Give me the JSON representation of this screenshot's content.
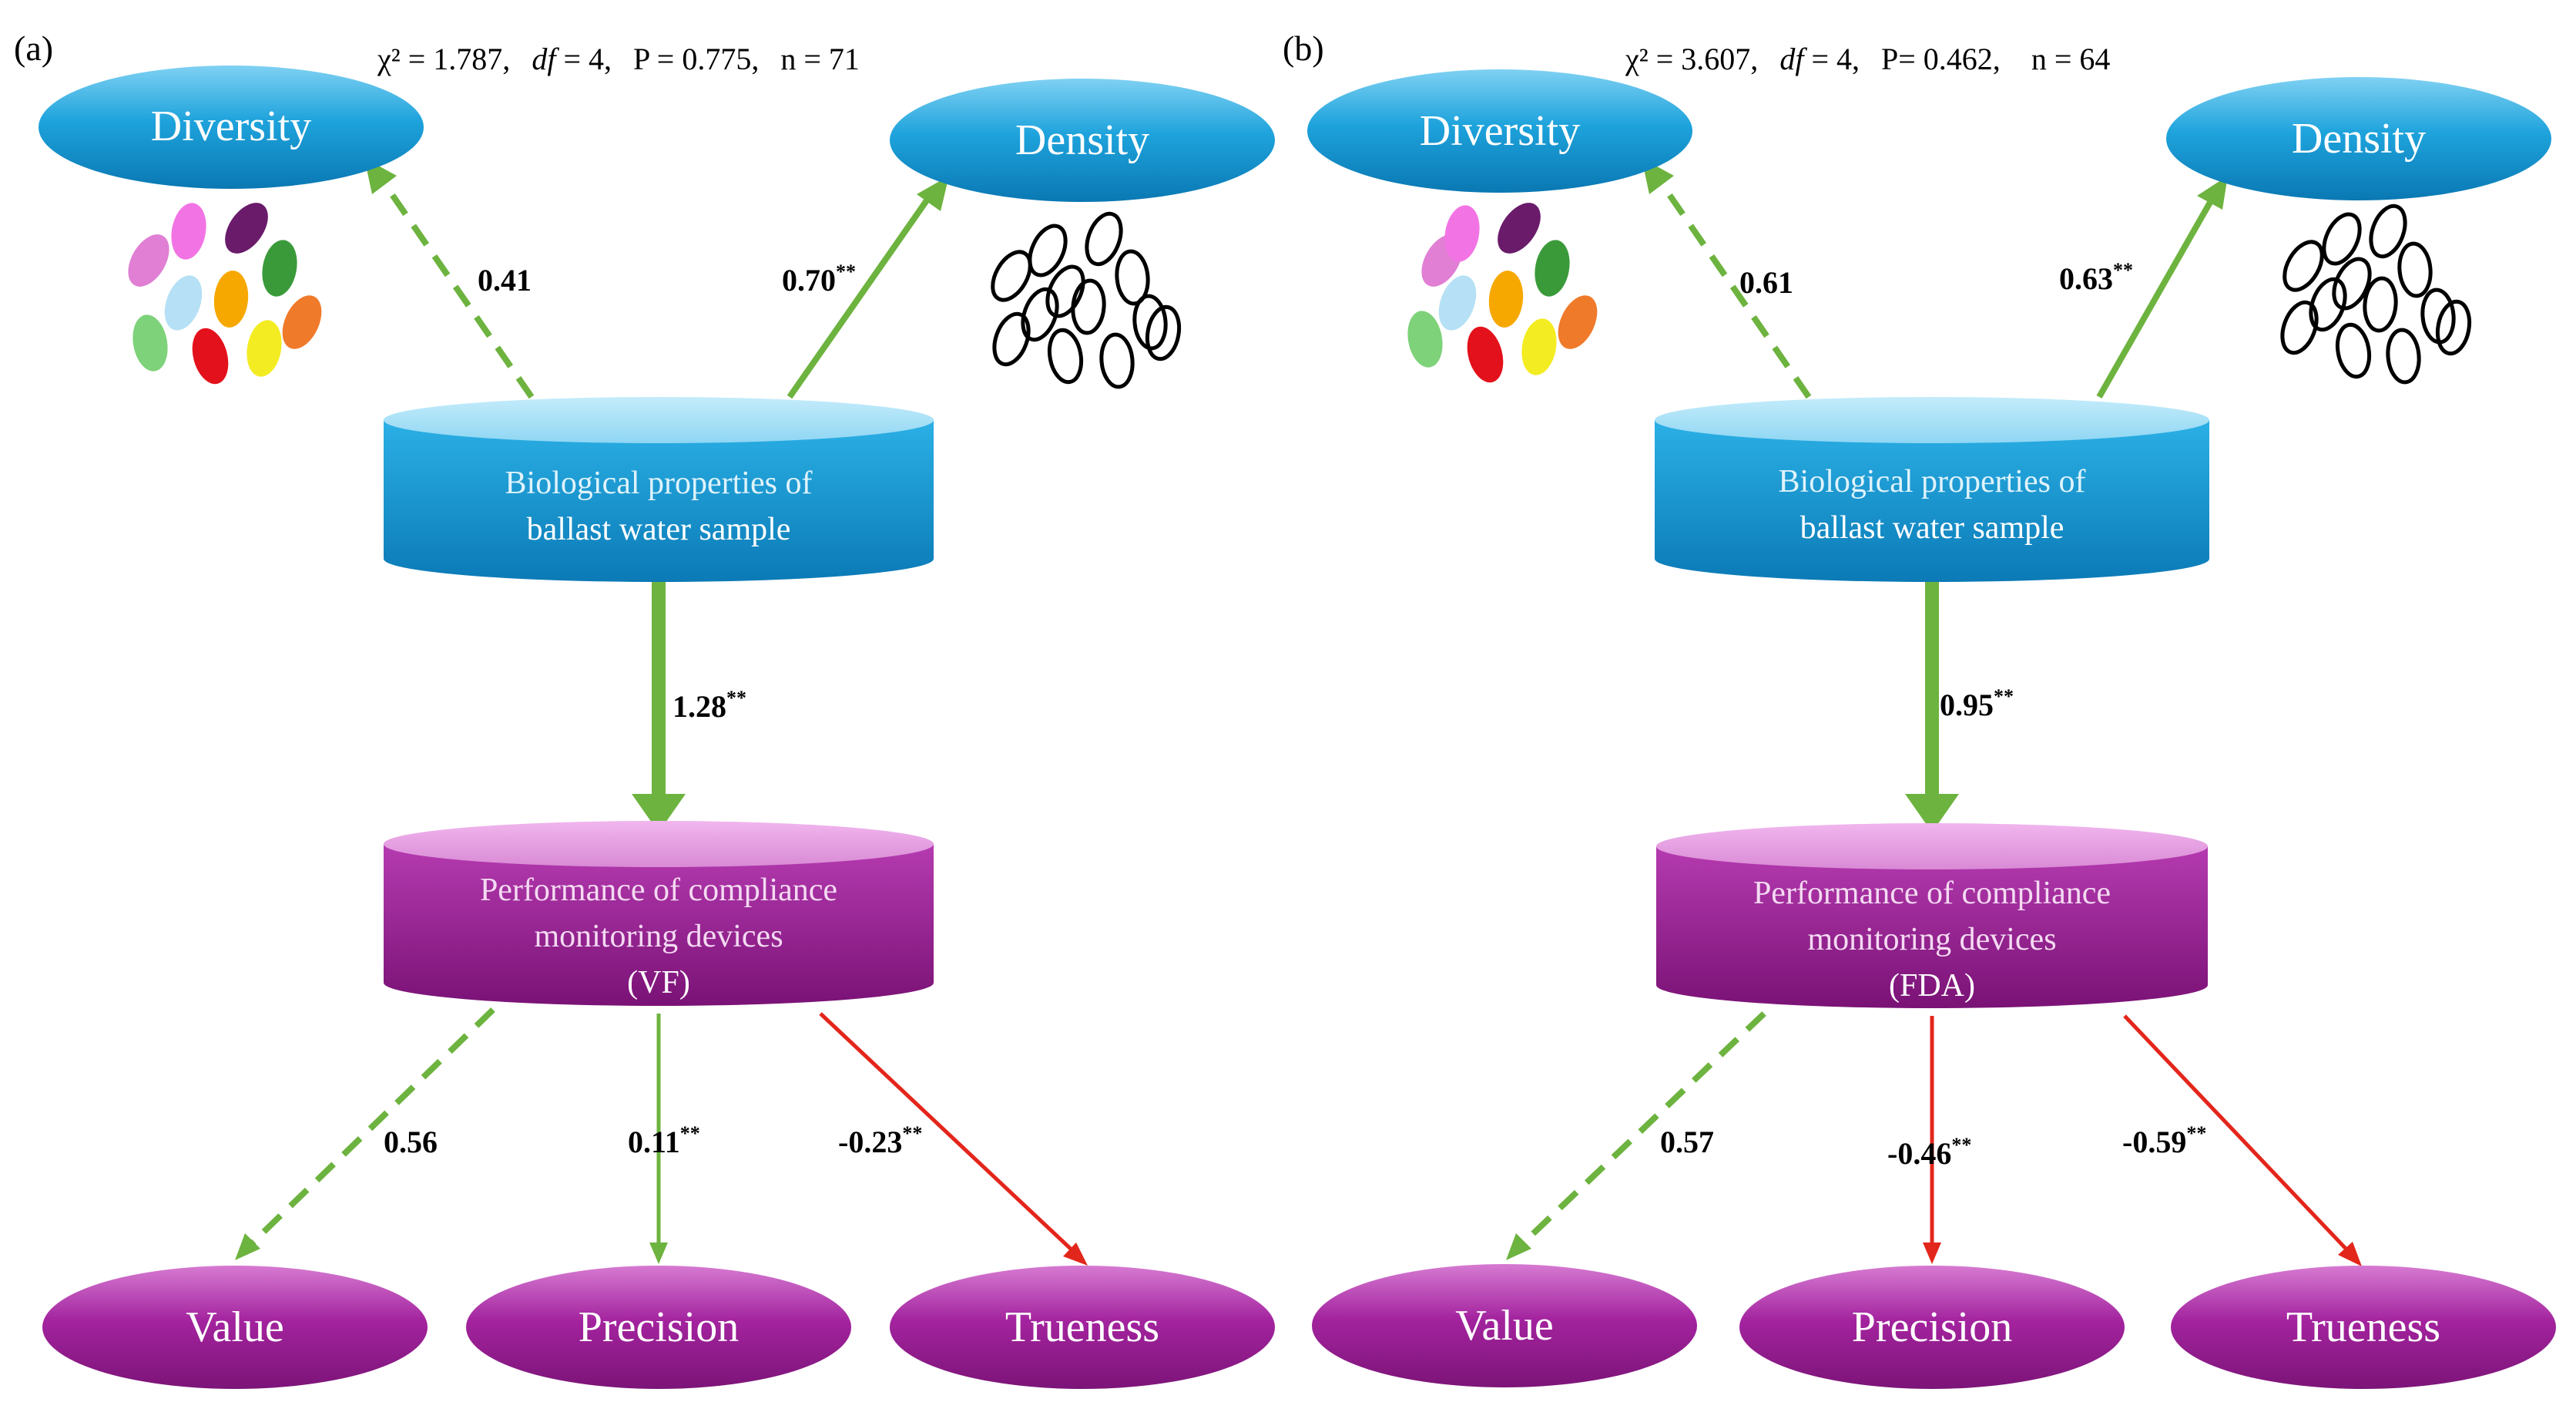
{
  "panels": [
    {
      "id": "a",
      "letter": "(a)",
      "stats": {
        "chi": "χ² = 1.787,",
        "df": "df",
        "df_value": " = 4,",
        "p": "P = 0.775,",
        "n": "n = 71"
      },
      "top_nodes": {
        "left": "Diversity",
        "right": "Density"
      },
      "bio_node": {
        "line1": "Biological properties of",
        "line2": "ballast water sample"
      },
      "perf_node": {
        "line1": "Performance of compliance",
        "line2": "monitoring devices",
        "line3": "(VF)"
      },
      "bottom_nodes": [
        "Value",
        "Precision",
        "Trueness"
      ],
      "coefficients": {
        "diversity": "0.41",
        "density": "0.70",
        "bio_perf": "1.28",
        "value": "0.56",
        "precision": "0.11",
        "trueness": "-0.23"
      },
      "significance": {
        "density": "**",
        "bio_perf": "**",
        "precision": "**",
        "trueness": "**"
      }
    },
    {
      "id": "b",
      "letter": "(b)",
      "stats": {
        "chi": "χ² = 3.607,",
        "df": "df",
        "df_value": " = 4,",
        "p": "P= 0.462,",
        "n": "n = 64"
      },
      "top_nodes": {
        "left": "Diversity",
        "right": "Density"
      },
      "bio_node": {
        "line1": "Biological properties of",
        "line2": "ballast water sample"
      },
      "perf_node": {
        "line1": "Performance of compliance",
        "line2": "monitoring devices",
        "line3": "(FDA)"
      },
      "bottom_nodes": [
        "Value",
        "Precision",
        "Trueness"
      ],
      "coefficients": {
        "diversity": "0.61",
        "density": "0.63",
        "bio_perf": "0.95",
        "value": "0.57",
        "precision": "-0.46",
        "trueness": "-0.59"
      },
      "significance": {
        "density": "**",
        "bio_perf": "**",
        "precision": "**",
        "trueness": "**"
      }
    }
  ],
  "colors": {
    "positive_path": "#6db33f",
    "negative_path": "#e3261b",
    "blue_node": "#1e9fd6",
    "purple_node": "#a3239e",
    "dots": [
      "#e07fd4",
      "#f274e4",
      "#6a1b6a",
      "#3a9a3a",
      "#b5e0f5",
      "#f7a800",
      "#ef7a2a",
      "#7ed27a",
      "#e3111b",
      "#f3ec22"
    ]
  },
  "icons": {
    "diversity": "colored-cells-icon",
    "density": "outlined-cells-icon"
  }
}
